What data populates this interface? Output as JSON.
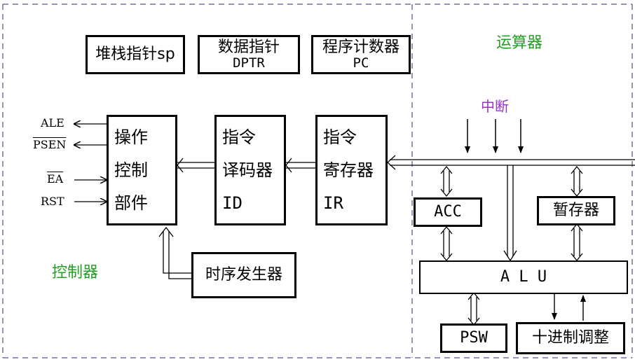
{
  "registers": {
    "sp": "堆栈指针sp",
    "dptr_line1": "数据指针",
    "dptr_line2": "DPTR",
    "pc_line1": "程序计数器",
    "pc_line2": "PC"
  },
  "control": {
    "op_lines": [
      "操作",
      "控制",
      "部件"
    ],
    "id_lines": [
      "指令",
      "译码器",
      "ID"
    ],
    "ir_lines": [
      "指令",
      "寄存器",
      "IR"
    ],
    "timing": "时序发生器",
    "region_label": "控制器"
  },
  "signals": {
    "ale": "ALE",
    "psen": "PSEN",
    "ea": "EA",
    "rst": "RST"
  },
  "alu_unit": {
    "region_label": "运算器",
    "interrupt": "中断",
    "acc": "ACC",
    "temp": "暂存器",
    "alu": "A L U",
    "psw": "PSW",
    "decimal_adjust": "十进制调整"
  },
  "colors": {
    "region_label": "#22a022",
    "interrupt": "#9933cc",
    "dashed_border": "#7a6aa8"
  }
}
